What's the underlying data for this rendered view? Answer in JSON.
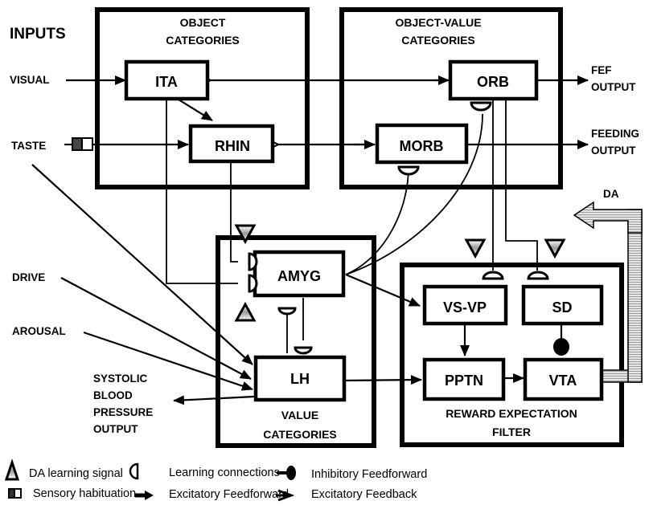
{
  "title": "INPUTS",
  "regions": {
    "object_categories": [
      "OBJECT",
      "CATEGORIES"
    ],
    "object_value_categories": [
      "OBJECT-VALUE",
      "CATEGORIES"
    ],
    "value_categories": [
      "VALUE",
      "CATEGORIES"
    ],
    "reward_expectation_filter": [
      "REWARD EXPECTATION",
      "FILTER"
    ]
  },
  "nodes": {
    "ita": "ITA",
    "rhin": "RHIN",
    "orb": "ORB",
    "morb": "MORB",
    "amyg": "AMYG",
    "lh": "LH",
    "vsvp": "VS-VP",
    "sd": "SD",
    "pptn": "PPTN",
    "vta": "VTA"
  },
  "inputs": {
    "visual": "VISUAL",
    "taste": "TASTE",
    "drive": "DRIVE",
    "arousal": "AROUSAL"
  },
  "outputs": {
    "fef": [
      "FEF",
      "OUTPUT"
    ],
    "feeding": [
      "FEEDING",
      "OUTPUT"
    ],
    "systolic": [
      "SYSTOLIC",
      "BLOOD",
      "PRESSURE",
      "OUTPUT"
    ],
    "da": "DA"
  },
  "legend": {
    "da_learning_signal": "DA learning signal",
    "sensory_habituation": "Sensory habituation",
    "learning_connections": "Learning connections",
    "excitatory_feedforward": "Excitatory Feedforward",
    "inhibitory_feedforward": "Inhibitory  Feedforward",
    "excitatory_feedback": "Excitatory Feedback"
  },
  "colors": {
    "stroke": "#000000",
    "background": "#ffffff",
    "da_gray": "#b8b8b8"
  }
}
